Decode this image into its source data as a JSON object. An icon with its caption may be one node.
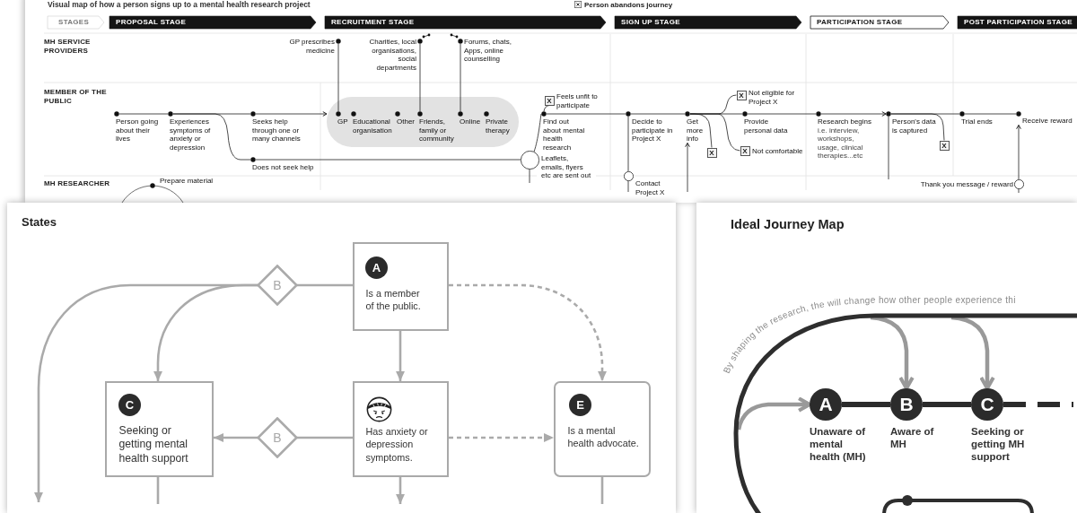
{
  "diagram": {
    "nodes": [
      {
        "text": [
          "Visual map of how a person signs up to a mental health research project"
        ]
      },
      {
        "text": [
          "STAGES"
        ],
        "in": 0
      },
      {
        "text": [
          "PROPOSAL STAGE"
        ],
        "in": 0
      },
      {
        "text": [
          "RECRUITMENT STAGE"
        ],
        "in": 0
      },
      {
        "text": [
          "SIGN UP STAGE"
        ],
        "in": 0
      },
      {
        "text": [
          "PARTICIPATION STAGE"
        ],
        "in": 0
      },
      {
        "text": [
          "POST PARTICIPATION STAGE"
        ],
        "in": 0
      },
      {
        "text": [
          "Person going about their lives"
        ],
        "in": 0
      },
      {
        "text": [
          "Experiences symptoms of anxiety or depression"
        ],
        "in": 0
      },
      {
        "text": [
          "Seeks help through one or many channels"
        ],
        "in": 0
      },
      {
        "text": [
          "Does not seek help"
        ],
        "in": 0
      },
      {
        "text": [],
        "shape": "box",
        "in": 0
      },
      {
        "text": [
          "GP"
        ],
        "in": 11
      },
      {
        "text": [
          "Educational organisation"
        ],
        "in": 11
      },
      {
        "text": [
          "Other"
        ],
        "in": 11
      },
      {
        "text": [
          "Friends, family or community"
        ],
        "in": 11
      },
      {
        "text": [
          "Online"
        ],
        "in": 11
      },
      {
        "text": [
          "Private therapy"
        ],
        "in": 11
      },
      {
        "text": [
          "GP prescribes medicine"
        ],
        "in": 0
      },
      {
        "text": [
          "Charities, local organisations, social departments"
        ],
        "in": 0
      },
      {
        "text": [
          "Forums, chats, Apps, online counselling"
        ],
        "in": 0
      },
      {
        "text": [],
        "shape": "circle",
        "beside": [
          "Leaflets, emails, flyers etc are sent out"
        ],
        "in": 0
      },
      {
        "text": [
          "Find out about mental health research"
        ],
        "in": 0
      },
      {
        "text": [
          "X"
        ],
        "beside": [
          "Feels unfit to participate"
        ],
        "in": 0
      },
      {
        "text": [
          "Decide to participate in Project X"
        ],
        "in": 0
      },
      {
        "text": [],
        "shape": "circle",
        "beside": [
          "Contact Project X"
        ],
        "in": 0
      },
      {
        "text": [
          "Get more info"
        ],
        "in": 0
      },
      {
        "text": [
          "X"
        ],
        "in": 0
      },
      {
        "text": [
          "X"
        ],
        "beside": [
          "Not eligible for Project X"
        ],
        "in": 0
      },
      {
        "text": [
          "Provide personal data"
        ],
        "in": 0
      },
      {
        "text": [
          "X"
        ],
        "beside": [
          "Not comfortable"
        ],
        "in": 0
      },
      {
        "text": [
          "Research begins",
          "i.e. interview, workshops, usage, clinical therapies...etc"
        ],
        "in": 0
      },
      {
        "text": [
          "Person's data is captured"
        ],
        "in": 0
      },
      {
        "text": [
          "X"
        ],
        "in": 0
      },
      {
        "text": [
          "Trial ends"
        ],
        "in": 0
      },
      {
        "text": [
          "Receive reward"
        ],
        "in": 0
      },
      {
        "text": [],
        "shape": "circle",
        "beside": [
          "Thank you message / reward"
        ],
        "in": 0
      },
      {
        "text": [
          "Prepare material"
        ],
        "in": 0
      },
      {
        "text": [
          "States"
        ]
      },
      {
        "text": [
          "A",
          "Is a member of the public."
        ],
        "in": 38
      },
      {
        "text": [
          "B"
        ],
        "in": 38
      },
      {
        "text": [
          "C",
          "Seeking or getting mental health support"
        ],
        "in": 38
      },
      {
        "text": [
          "B"
        ],
        "in": 38
      },
      {
        "text": [
          "Has anxiety or depression symptoms."
        ],
        "in": 38
      },
      {
        "text": [
          "E",
          "Is a mental health advocate."
        ],
        "in": 38
      },
      {
        "text": [
          "Ideal Journey Map"
        ]
      },
      {
        "text": [
          "By shaping the research, the will change how other people experience thi"
        ],
        "in": 45
      },
      {
        "text": [
          "A"
        ],
        "beside": [
          "Unaware of mental health (MH)"
        ],
        "in": 46
      },
      {
        "text": [
          "B"
        ],
        "beside": [
          "Aware of MH"
        ],
        "in": 46
      },
      {
        "text": [
          "C"
        ],
        "beside": [
          "Seeking or getting MH support"
        ],
        "in": 46
      }
    ],
    "edges": [
      {
        "from": 7,
        "to": 8,
        "arrow": "none"
      },
      {
        "from": 8,
        "to": 9,
        "arrow": "none"
      },
      {
        "from": 9,
        "to": 11,
        "arrow": "to"
      },
      {
        "from": 8,
        "to": 10,
        "arrow": "none"
      },
      {
        "from": 10,
        "to": 21,
        "arrow": "none"
      },
      {
        "from": 12,
        "to": 18,
        "arrow": "none"
      },
      {
        "from": 15,
        "to": 19,
        "arrow": "none"
      },
      {
        "from": 16,
        "to": 20,
        "arrow": "none"
      },
      {
        "from": 21,
        "to": 22,
        "arrow": "none"
      },
      {
        "from": 21,
        "to": null,
        "arrow": "none"
      },
      {
        "from": 22,
        "to": 23,
        "arrow": "none"
      },
      {
        "from": 22,
        "to": 24,
        "arrow": "none"
      },
      {
        "from": 24,
        "to": 25,
        "arrow": "none"
      },
      {
        "from": 25,
        "to": null,
        "arrow": "none"
      },
      {
        "from": 24,
        "to": 26,
        "arrow": "none"
      },
      {
        "from": null,
        "to": 26,
        "arrow": "to"
      },
      {
        "from": 26,
        "to": 27,
        "arrow": "none"
      },
      {
        "from": 26,
        "to": 28,
        "arrow": "none"
      },
      {
        "from": 26,
        "to": 29,
        "arrow": "none"
      },
      {
        "from": 26,
        "to": 30,
        "arrow": "none"
      },
      {
        "from": 29,
        "to": 31,
        "arrow": "none"
      },
      {
        "from": 31,
        "to": 32,
        "arrow": "to"
      },
      {
        "from": 32,
        "to": 33,
        "arrow": "none"
      },
      {
        "from": 32,
        "to": null,
        "arrow": "none"
      },
      {
        "from": 32,
        "to": 34,
        "arrow": "none"
      },
      {
        "from": 34,
        "to": 35,
        "arrow": "none"
      },
      {
        "from": 36,
        "to": 35,
        "arrow": "to"
      },
      {
        "from": null,
        "to": 36,
        "arrow": "none"
      },
      {
        "from": 39,
        "to": 40,
        "arrow": "none",
        "style": "thick",
        "color": "#aaaaaa"
      },
      {
        "from": 40,
        "to": 41,
        "arrow": "to",
        "style": "thick",
        "color": "#aaaaaa"
      },
      {
        "from": 40,
        "to": null,
        "arrow": "to",
        "style": "thick",
        "color": "#aaaaaa"
      },
      {
        "from": 39,
        "to": 43,
        "arrow": "to",
        "style": "thick",
        "color": "#aaaaaa"
      },
      {
        "from": 39,
        "to": 44,
        "arrow": "to",
        "style": "dashed",
        "color": "#aaaaaa"
      },
      {
        "from": 43,
        "to": 42,
        "arrow": "none",
        "style": "thick",
        "color": "#aaaaaa"
      },
      {
        "from": 42,
        "to": 41,
        "arrow": "to",
        "style": "thick",
        "color": "#aaaaaa"
      },
      {
        "from": 43,
        "to": 44,
        "arrow": "to",
        "style": "dashed",
        "color": "#aaaaaa"
      },
      {
        "from": 43,
        "to": null,
        "arrow": "to",
        "style": "thick",
        "color": "#aaaaaa"
      },
      {
        "from": 41,
        "to": null,
        "arrow": "none",
        "style": "thick",
        "color": "#aaaaaa"
      },
      {
        "from": 44,
        "to": null,
        "arrow": "none",
        "style": "thick",
        "color": "#aaaaaa"
      },
      {
        "from": 47,
        "to": 48,
        "arrow": "none",
        "style": "thick"
      },
      {
        "from": 48,
        "to": 49,
        "arrow": "none",
        "style": "thick"
      },
      {
        "from": 49,
        "to": null,
        "arrow": "none",
        "style": "dashed"
      },
      {
        "from": 46,
        "to": 47,
        "arrow": "to",
        "style": "thick",
        "color": "#999999"
      },
      {
        "from": 46,
        "to": 48,
        "arrow": "to",
        "style": "thick",
        "color": "#999999"
      },
      {
        "from": 46,
        "to": 49,
        "arrow": "to",
        "style": "thick",
        "color": "#999999"
      }
    ],
    "labels": [
      "MH SERVICE PROVIDERS",
      "MEMBER OF THE PUBLIC",
      "MH RESEARCHER"
    ],
    "legend": [
      {
        "text": "Person abandons journey"
      }
    ]
  }
}
